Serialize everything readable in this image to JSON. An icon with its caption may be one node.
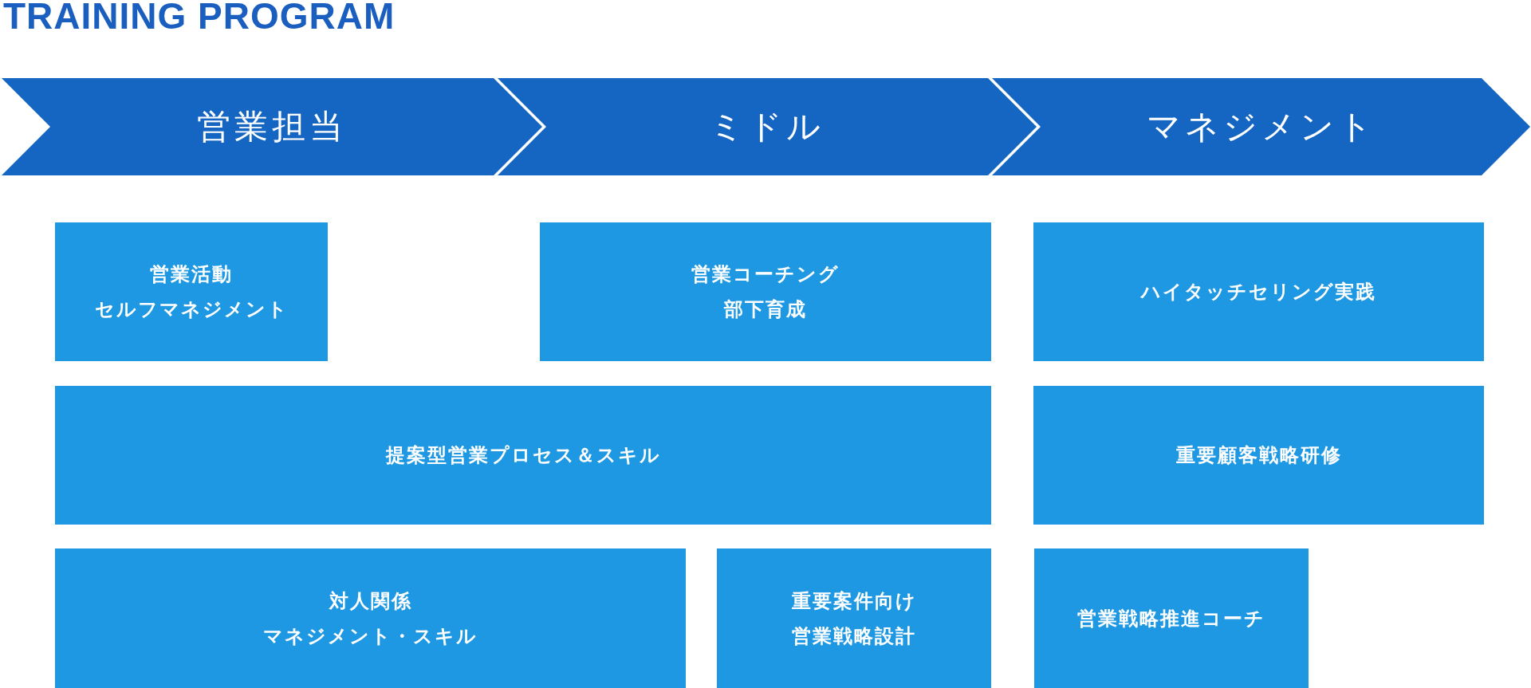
{
  "diagram": {
    "title": "TRAINING PROGRAM",
    "nodes": [
      {
        "text": [
          "営業担当"
        ]
      },
      {
        "text": [
          "ミドル"
        ]
      },
      {
        "text": [
          "マネジメント"
        ]
      },
      {
        "text": [
          "営業活動セルフマネジメント"
        ]
      },
      {
        "text": [
          "営業コーチング部下育成"
        ]
      },
      {
        "text": [
          "ハイタッチセリング実践"
        ]
      },
      {
        "text": [
          "提案型営業プロセス＆スキル"
        ]
      },
      {
        "text": [
          "重要顧客戦略研修"
        ]
      },
      {
        "text": [
          "対人関係マネジメント・スキル"
        ]
      },
      {
        "text": [
          "重要案件向け営業戦略設計"
        ]
      },
      {
        "text": [
          "営業戦略推進コーチ"
        ]
      }
    ]
  }
}
